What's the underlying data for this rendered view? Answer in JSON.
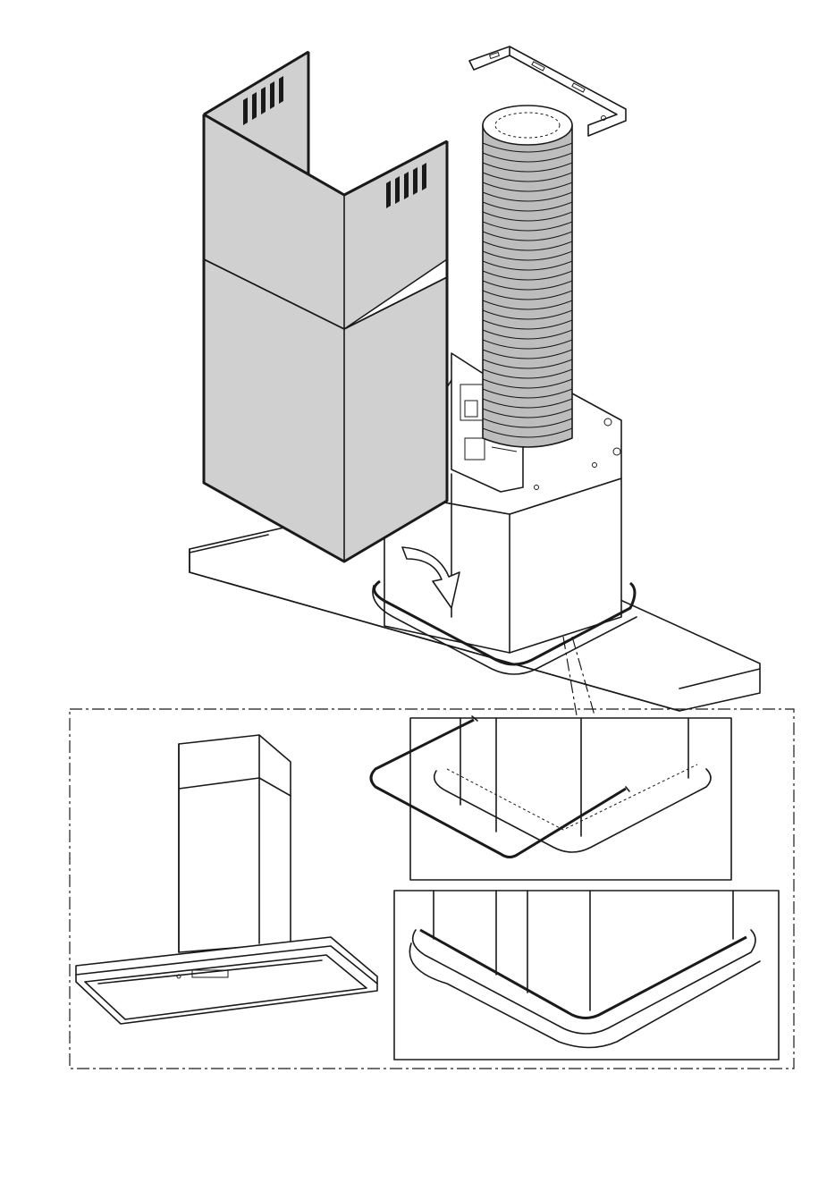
{
  "figure": {
    "kind": "installation-diagram",
    "subject": "island-cooker-hood-chimney-assembly",
    "colors": {
      "line": "#1a1a1a",
      "chimney_fill": "#d0d0d0",
      "duct_fill": "#bdbdbd",
      "background": "#ffffff"
    },
    "parts": [
      "support-bracket",
      "flexible-duct",
      "upper-chimney-section",
      "lower-chimney-section",
      "motor-box",
      "control-board",
      "hood-canopy",
      "trim-rail",
      "insertion-arrow",
      "detail-frame",
      "assembled-hood-view",
      "trim-insertion-detail",
      "trim-fitted-detail"
    ]
  }
}
